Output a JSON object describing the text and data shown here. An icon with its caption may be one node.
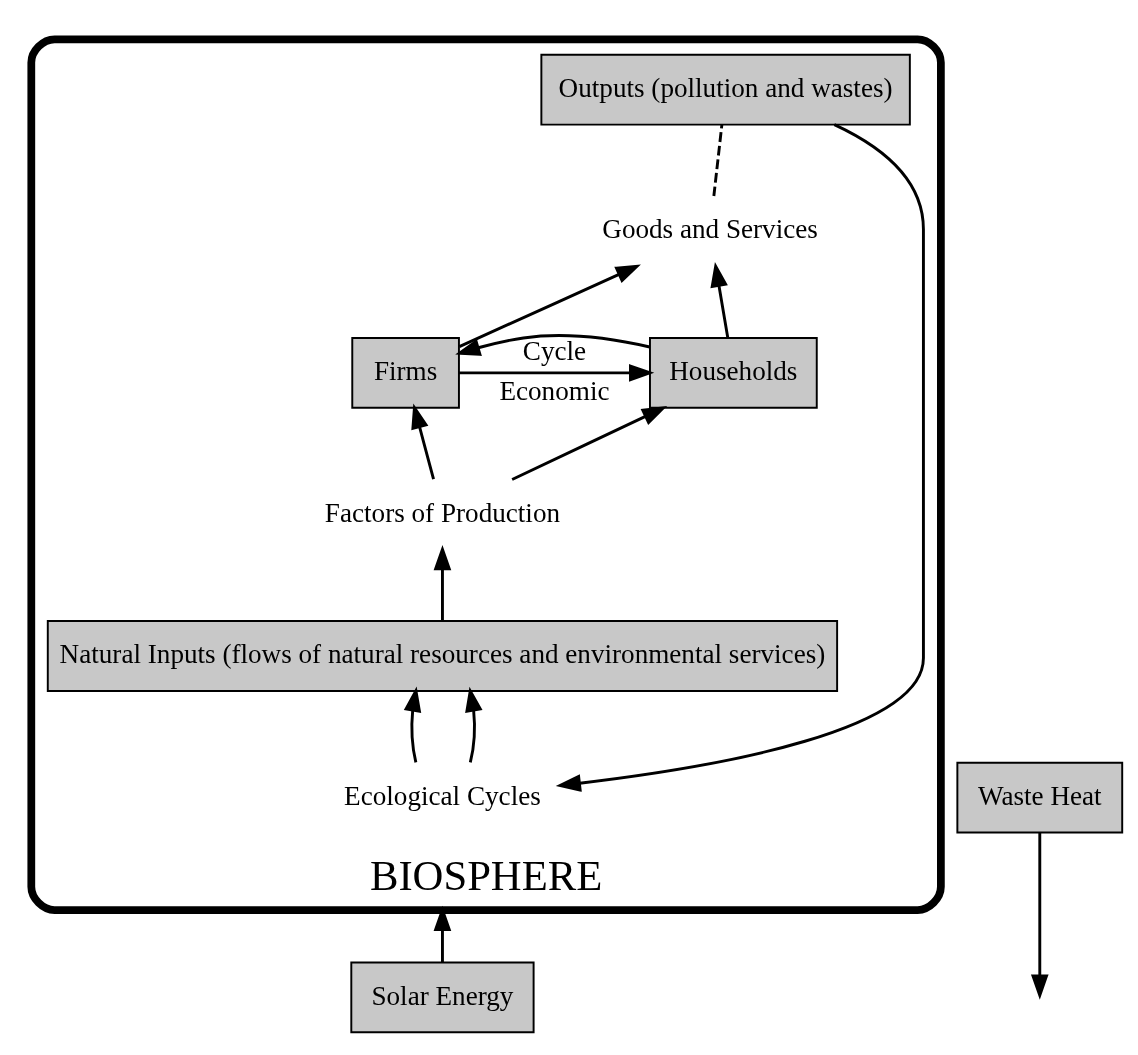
{
  "diagram": {
    "nodes": [
      {
        "text": [
          "Solar Energy"
        ]
      },
      {
        "text": [
          "BIOSPHERE"
        ]
      },
      {
        "text": [
          "Ecological Cycles"
        ],
        "in": 1
      },
      {
        "text": [
          "Outputs (pollution and wastes)"
        ],
        "in": 1
      },
      {
        "text": [
          "Goods and Services"
        ],
        "in": 1
      },
      {
        "text": [
          "Firms"
        ],
        "in": 1
      },
      {
        "text": [
          "Households"
        ],
        "in": 1
      },
      {
        "text": [
          "Factors of Production"
        ],
        "in": 1
      },
      {
        "text": [
          "Natural Inputs (flows of natural resources and environmental services)"
        ],
        "in": 1
      },
      {
        "text": [
          "Waste Heat"
        ]
      }
    ],
    "edges": [
      {
        "from": 0,
        "to": 1,
        "arrow": "to"
      },
      {
        "from": 3,
        "to": 2,
        "arrow": "to"
      },
      {
        "from": 2,
        "to": 8,
        "arrow": "to"
      },
      {
        "from": 2,
        "to": 8,
        "arrow": "to"
      },
      {
        "from": 8,
        "to": 7,
        "arrow": "to"
      },
      {
        "from": 4,
        "to": 3,
        "arrow": "none",
        "style": "dashed"
      },
      {
        "from": 5,
        "to": 4,
        "arrow": "to"
      },
      {
        "from": 6,
        "to": 4,
        "arrow": "to"
      },
      {
        "from": 7,
        "to": 5,
        "arrow": "to"
      },
      {
        "from": 7,
        "to": 6,
        "arrow": "to"
      },
      {
        "from": 5,
        "to": 6,
        "arrow": "to",
        "label": "Economic"
      },
      {
        "from": 6,
        "to": 5,
        "arrow": "to",
        "label": "Cycle"
      },
      {
        "from": 9,
        "to": null,
        "arrow": "to"
      }
    ]
  }
}
